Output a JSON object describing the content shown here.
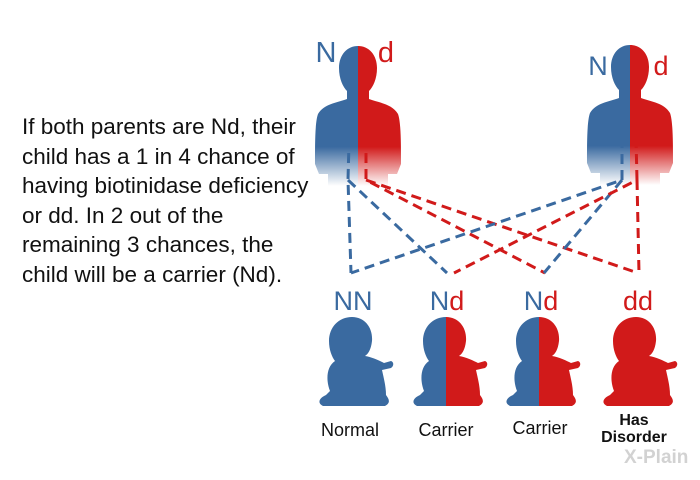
{
  "description": "If both parents are Nd, their child has a 1 in 4 chance of having biotinidase deficiency or dd. In 2 out of the remaining 3 chances, the child will be a carrier (Nd).",
  "parents": [
    {
      "left_allele": "N",
      "right_allele": "d"
    },
    {
      "left_allele": "N",
      "right_allele": "d"
    }
  ],
  "children": [
    {
      "genotype_1": "N",
      "genotype_2": "N",
      "label": "Normal",
      "type": "normal"
    },
    {
      "genotype_1": "N",
      "genotype_2": "d",
      "label": "Carrier",
      "type": "carrier"
    },
    {
      "genotype_1": "N",
      "genotype_2": "d",
      "label": "Carrier",
      "type": "carrier"
    },
    {
      "genotype_1": "d",
      "genotype_2": "d",
      "label": "Has Disorder",
      "label_line1": "Has",
      "label_line2": "Disorder",
      "type": "affected"
    }
  ],
  "colors": {
    "normal_allele": "#3a6aa0",
    "disorder_allele": "#d11a1a"
  },
  "watermark": "X-Plain"
}
